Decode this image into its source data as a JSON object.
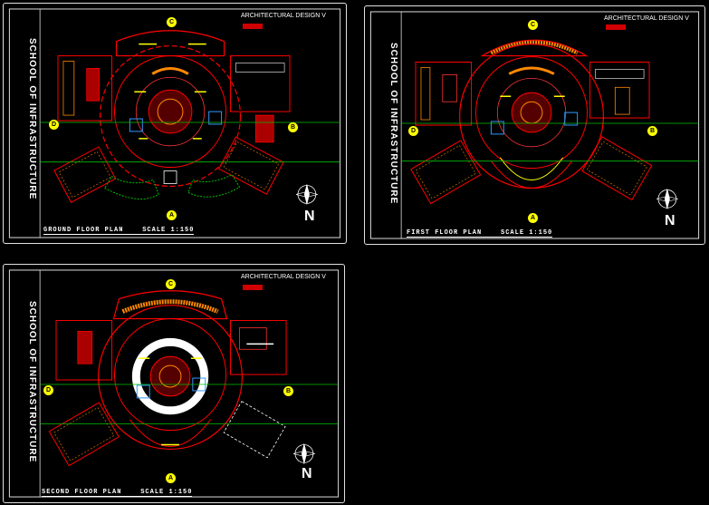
{
  "sheets": [
    {
      "id": "ground",
      "title": "ARCHITECTURAL DESIGN V",
      "school": "SCHOOL OF INFRASTRUCTURE",
      "plan_label": "GROUND FLOOR PLAN",
      "scale": "SCALE 1:150",
      "grid": {
        "top": "C",
        "bottom": "A",
        "left": "D",
        "right": "B"
      },
      "north": "N"
    },
    {
      "id": "first",
      "title": "ARCHITECTURAL DESIGN V",
      "school": "SCHOOL OF INFRASTRUCTURE",
      "plan_label": "FIRST FLOOR PLAN",
      "scale": "SCALE 1:150",
      "grid": {
        "top": "C",
        "bottom": "A",
        "left": "D",
        "right": "B"
      },
      "north": "N"
    },
    {
      "id": "second",
      "title": "ARCHITECTURAL DESIGN V",
      "school": "SCHOOL OF INFRASTRUCTURE",
      "plan_label": "SECOND FLOOR PLAN",
      "scale": "SCALE 1:150",
      "grid": {
        "top": "C",
        "bottom": "A",
        "left": "D",
        "right": "B"
      },
      "north": "N"
    }
  ],
  "colors": {
    "wall": "#ff0000",
    "accent": "#ffff00",
    "grid": "#00c000",
    "glazing": "#3399ff",
    "furniture": "#ff8800"
  }
}
